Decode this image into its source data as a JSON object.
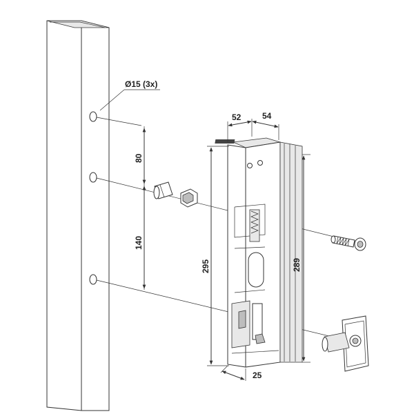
{
  "annotations": {
    "hole_diameter": "Ø15 (3x)"
  },
  "dimensions": {
    "width_front": "52",
    "width_side": "54",
    "spacing_top": "80",
    "spacing_bottom": "140",
    "height_total": "295",
    "height_profile": "289",
    "depth_bottom": "25"
  },
  "icons": {
    "post": "square-post-icon",
    "lock_body": "gate-lock-icon",
    "bolt": "bolt-icon",
    "strike": "strike-plate-icon"
  }
}
